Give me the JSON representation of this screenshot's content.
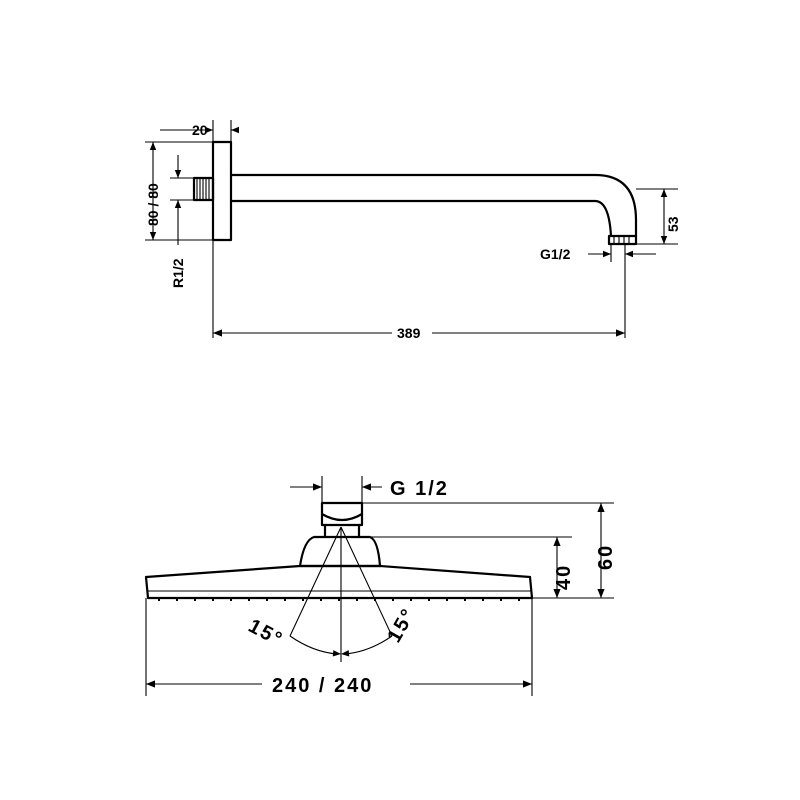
{
  "diagram": {
    "arm_view": {
      "wall_plate_thickness": "20",
      "wall_plate_size": "80 / 80",
      "wall_thread": "R1/2",
      "outlet_thread": "G1/2",
      "arm_drop": "53",
      "arm_length": "389"
    },
    "head_view": {
      "inlet_thread": "G 1/2",
      "spray_angle_left": "15°",
      "spray_angle_right": "15°",
      "head_width": "240 / 240",
      "body_height": "40",
      "total_height": "60"
    },
    "colors": {
      "line": "#000000",
      "background": "#ffffff"
    }
  }
}
